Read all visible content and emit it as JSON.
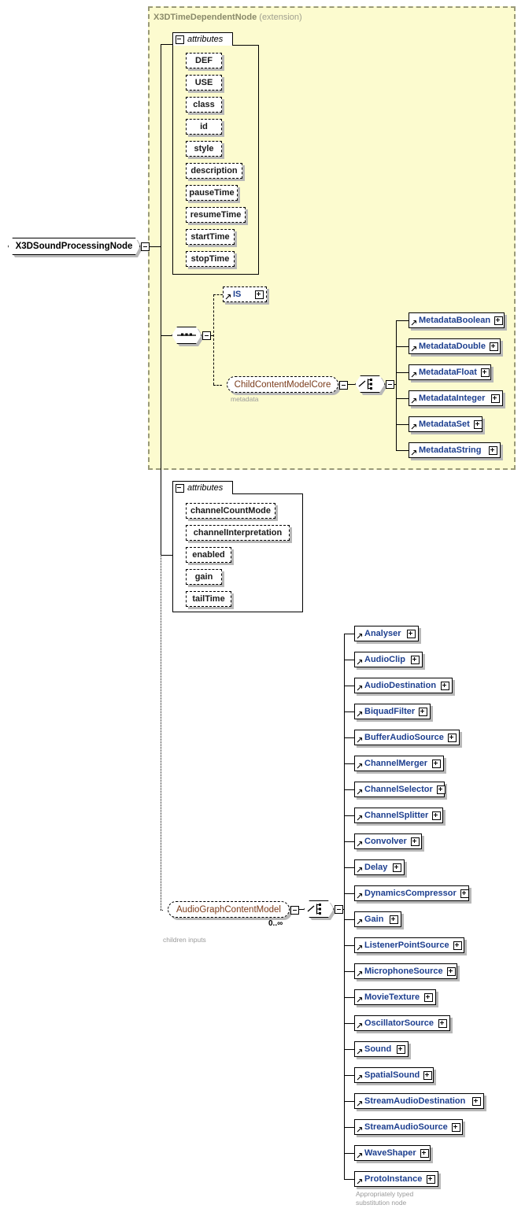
{
  "diagram": {
    "root_node": {
      "label": "X3DSoundProcessingNode"
    },
    "extension_panel": {
      "title": "X3DTimeDependentNode",
      "subtitle": "(extension)"
    },
    "attributes_group_1": {
      "header": "attributes",
      "items": [
        {
          "label": "DEF",
          "width": 46
        },
        {
          "label": "USE",
          "width": 46
        },
        {
          "label": "class",
          "width": 46
        },
        {
          "label": "id",
          "width": 46
        },
        {
          "label": "style",
          "width": 46
        },
        {
          "label": "description",
          "width": 72
        },
        {
          "label": "pauseTime",
          "width": 66
        },
        {
          "label": "resumeTime",
          "width": 76
        },
        {
          "label": "startTime",
          "width": 62
        },
        {
          "label": "stopTime",
          "width": 62
        }
      ]
    },
    "attributes_group_2": {
      "header": "attributes",
      "items": [
        {
          "label": "channelCountMode",
          "width": 114
        },
        {
          "label": "channelInterpretation",
          "width": 132
        },
        {
          "label": "enabled",
          "width": 58
        },
        {
          "label": "gain",
          "width": 46
        },
        {
          "label": "tailTime",
          "width": 58
        }
      ]
    },
    "is_element": {
      "label": "IS",
      "width": 56
    },
    "child_content_model": {
      "label": "ChildContentModelCore",
      "caption": "metadata"
    },
    "metadata_children": [
      {
        "label": "MetadataBoolean",
        "width": 122
      },
      {
        "label": "MetadataDouble",
        "width": 117
      },
      {
        "label": "MetadataFloat",
        "width": 105
      },
      {
        "label": "MetadataInteger",
        "width": 120
      },
      {
        "label": "MetadataSet",
        "width": 94
      },
      {
        "label": "MetadataString",
        "width": 117
      }
    ],
    "audio_graph_content_model": {
      "label": "AudioGraphContentModel",
      "cardinality": "0..∞",
      "caption": "children inputs"
    },
    "audio_graph_children": [
      {
        "label": "Analyser",
        "width": 82
      },
      {
        "label": "AudioClip",
        "width": 87
      },
      {
        "label": "AudioDestination",
        "width": 125
      },
      {
        "label": "BiquadFilter",
        "width": 97
      },
      {
        "label": "BufferAudioSource",
        "width": 134
      },
      {
        "label": "ChannelMerger",
        "width": 114
      },
      {
        "label": "ChannelSelector",
        "width": 115
      },
      {
        "label": "ChannelSplitter",
        "width": 113
      },
      {
        "label": "Convolver",
        "width": 86
      },
      {
        "label": "Delay",
        "width": 64
      },
      {
        "label": "DynamicsCompressor",
        "width": 146
      },
      {
        "label": "Gain",
        "width": 60
      },
      {
        "label": "ListenerPointSource",
        "width": 140
      },
      {
        "label": "MicrophoneSource",
        "width": 131
      },
      {
        "label": "MovieTexture",
        "width": 104
      },
      {
        "label": "OscillatorSource",
        "width": 122
      },
      {
        "label": "Sound",
        "width": 69
      },
      {
        "label": "SpatialSound",
        "width": 101
      },
      {
        "label": "StreamAudioDestination",
        "width": 165
      },
      {
        "label": "StreamAudioSource",
        "width": 138
      },
      {
        "label": "WaveShaper",
        "width": 97
      },
      {
        "label": "ProtoInstance",
        "width": 107
      }
    ],
    "substitution_caption_line1": "Appropriately typed",
    "substitution_caption_line2": "substitution node",
    "connectors": {
      "sequence_icon": "sequence-connector-icon",
      "choice_icon": "choice-connector-icon"
    },
    "colors": {
      "panel_fill": "#fcfbcf",
      "panel_border": "#9a9a78",
      "element_text": "#1d3f8f",
      "group_text": "#7a3b1a",
      "caption": "#9a9a9a",
      "shadow": "#b8b8b8"
    }
  }
}
